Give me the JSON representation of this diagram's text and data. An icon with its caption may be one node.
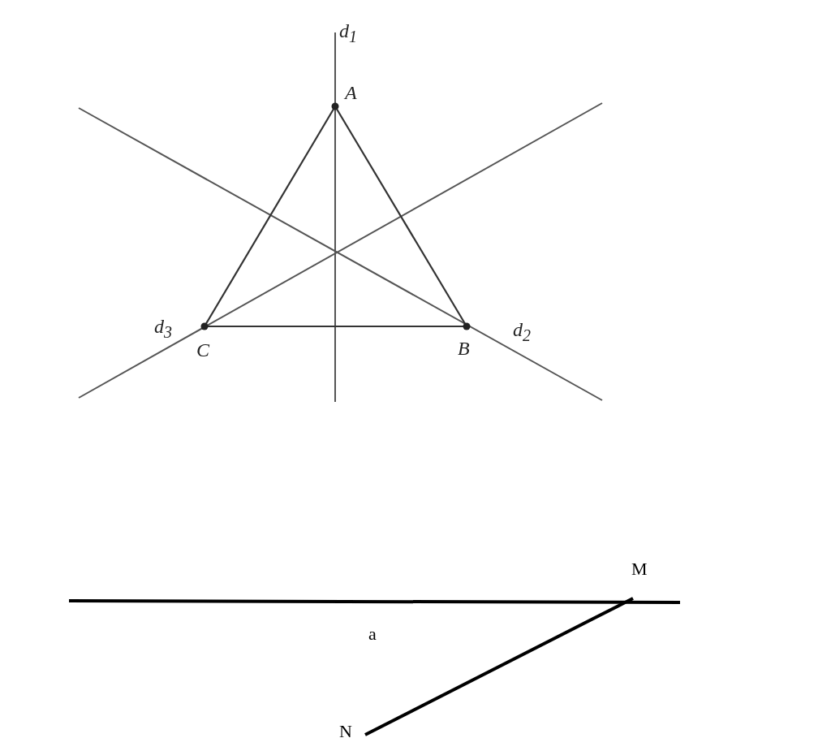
{
  "diagram": {
    "nodes": [
      {
        "text": [
          "A"
        ]
      },
      {
        "text": [
          "B"
        ]
      },
      {
        "text": [
          "C"
        ]
      },
      {
        "text": [
          "M"
        ]
      },
      {
        "text": [
          "N"
        ]
      }
    ],
    "edges": [
      {
        "from": 0,
        "to": 1,
        "arrow": "none"
      },
      {
        "from": 1,
        "to": 2,
        "arrow": "none"
      },
      {
        "from": 2,
        "to": 0,
        "arrow": "none"
      },
      {
        "from": 3,
        "to": 4,
        "arrow": "none",
        "style": "thick"
      }
    ],
    "labels": [
      "d$_{1}$",
      "d$_{3}$",
      "d$_{2}$",
      "a"
    ]
  }
}
